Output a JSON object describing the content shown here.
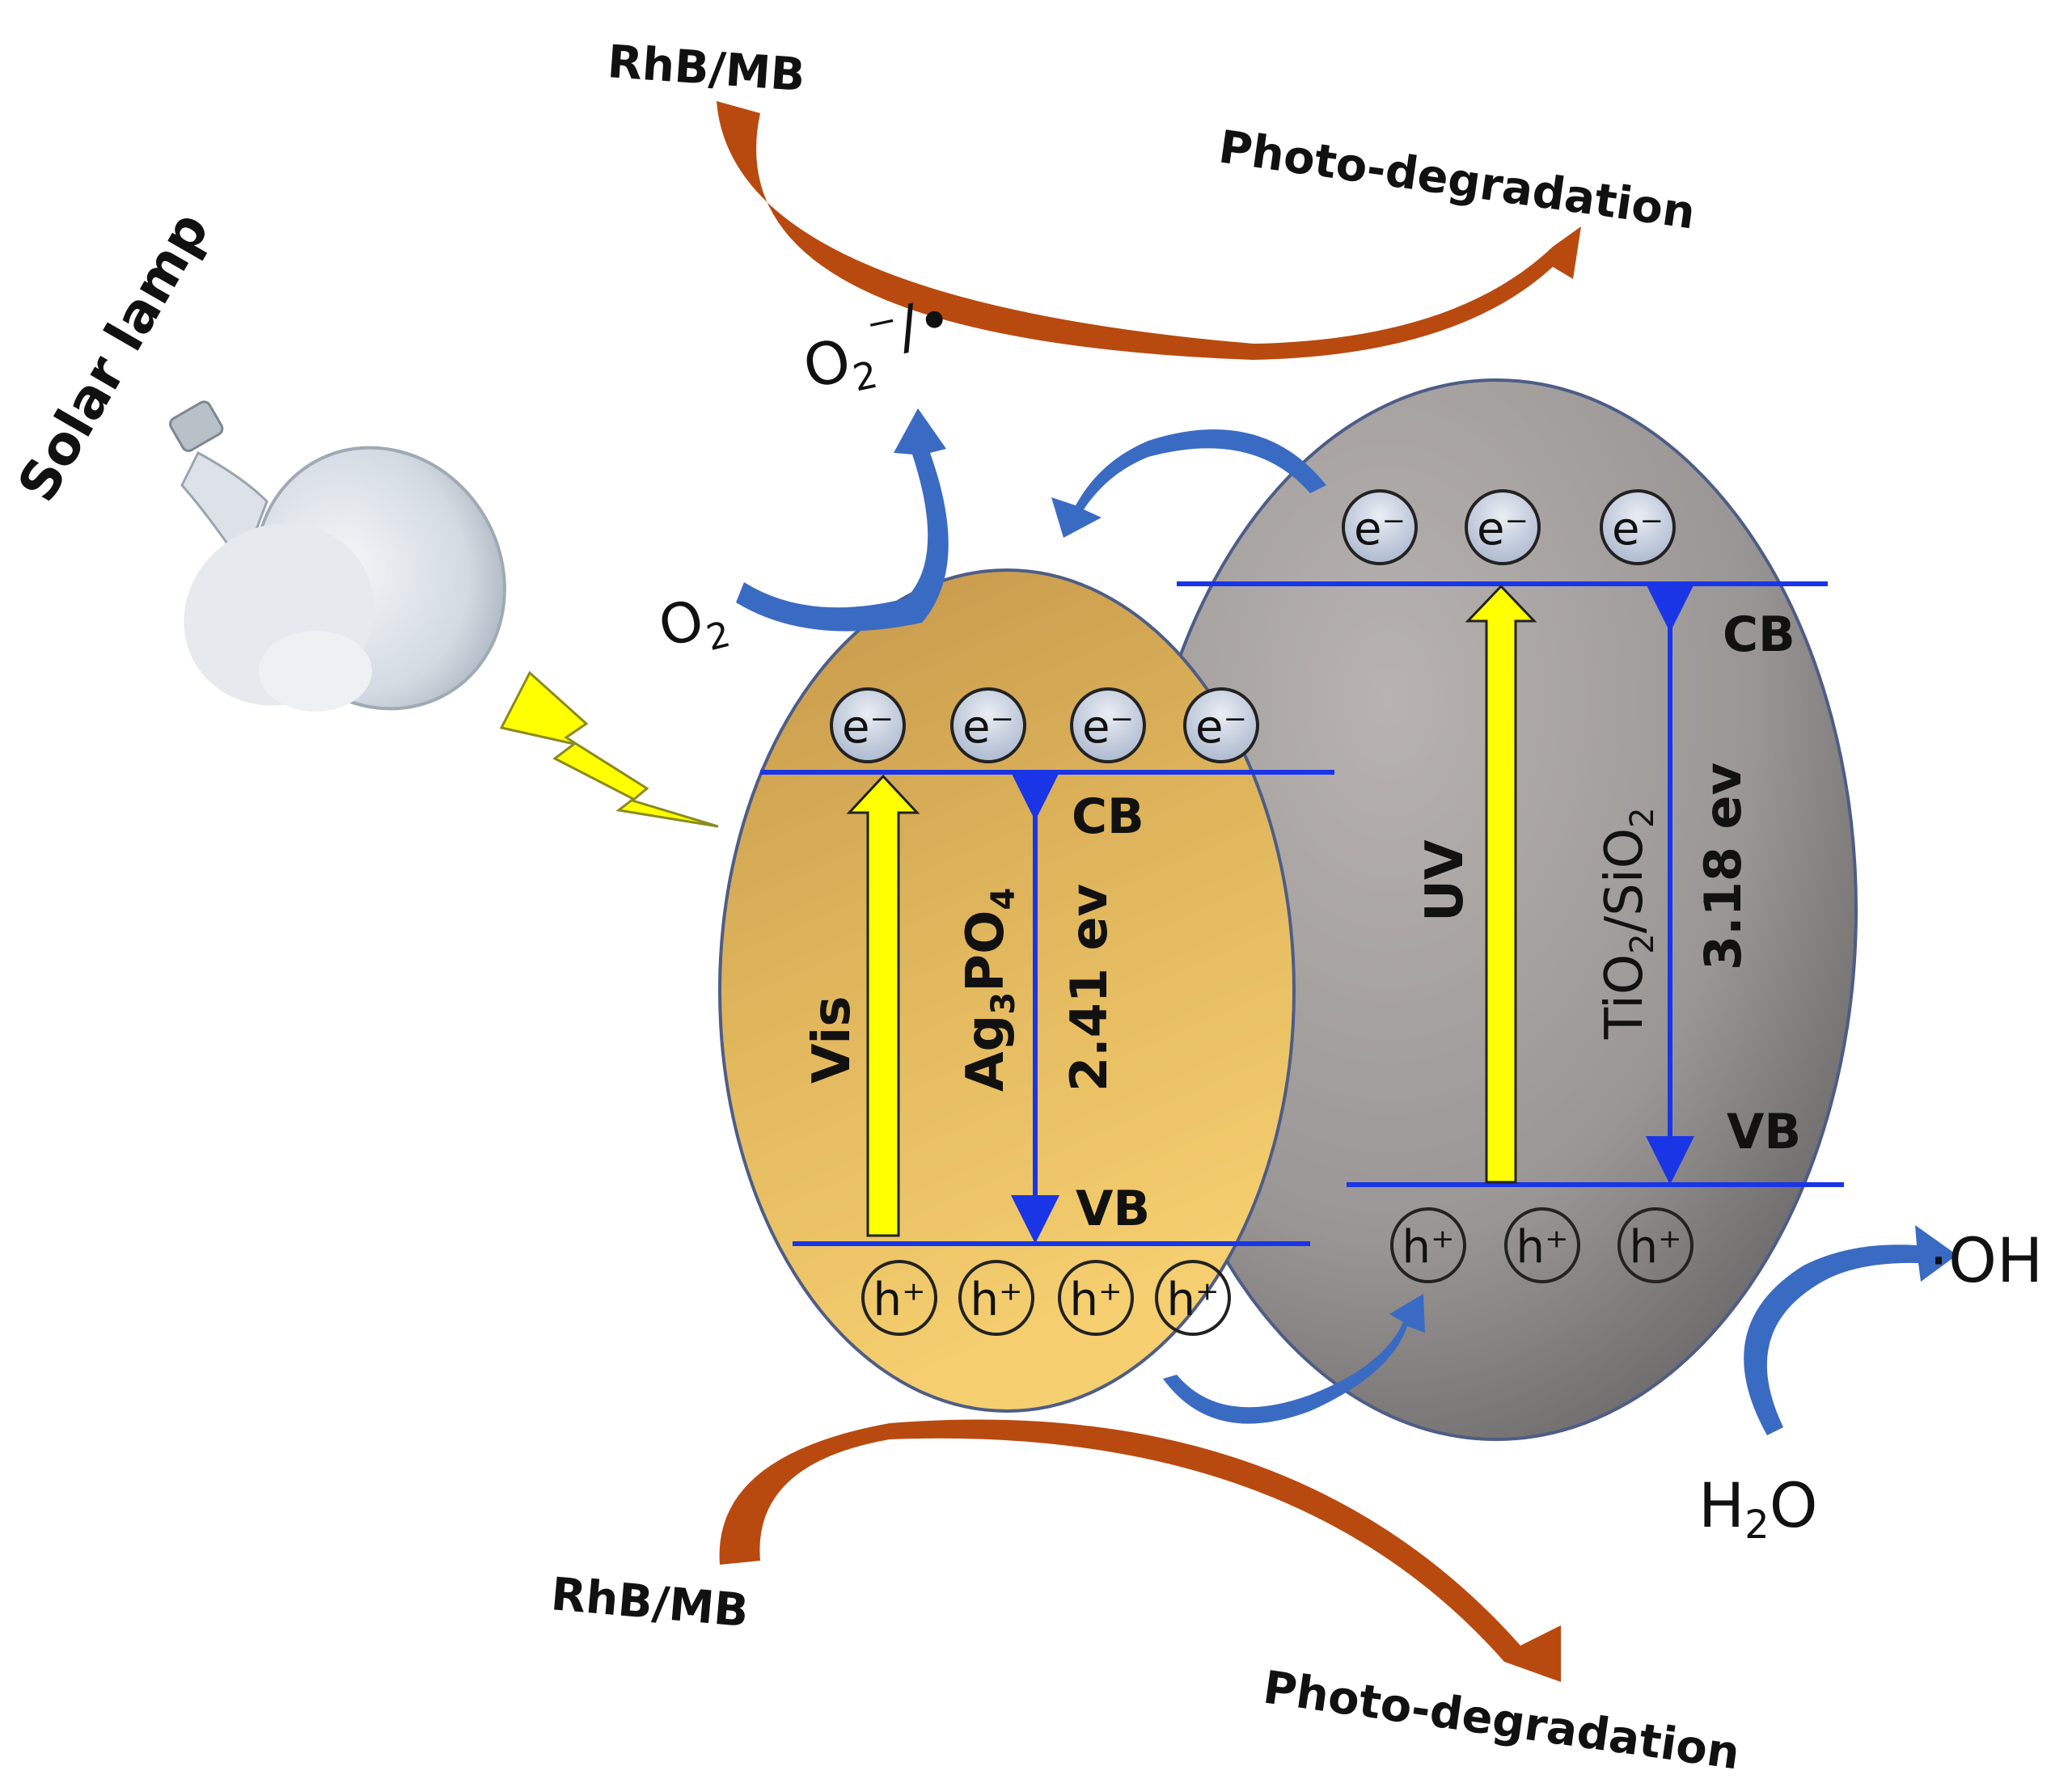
{
  "labels": {
    "solar_lamp": "Solar lamp",
    "rhb_mb_top": "RhB/MB",
    "photodeg_top": "Photo-degradation",
    "rhb_mb_bottom": "RhB/MB",
    "photodeg_bottom": "Photo-degradation",
    "o2_radical_o": "O",
    "o2_radical_sub": "2",
    "o2_radical_mark": "⁻/•",
    "o2_o": "O",
    "o2_sub": "2",
    "oh": "·OH",
    "h2o_h": "H",
    "h2o_sub": "2",
    "h2o_o": "O"
  },
  "left_particle": {
    "vis": "Vis",
    "material_main": "Ag",
    "material_sub1": "3",
    "material_mid": "PO",
    "material_sub2": "4",
    "bandgap": "2.41 ev",
    "cb": "CB",
    "vb": "VB",
    "electron": "e⁻",
    "hole": "h⁺",
    "fill_top": "#c9a04a",
    "fill_bottom": "#f4cd6e"
  },
  "right_particle": {
    "uv": "UV",
    "material_ti": "TiO",
    "material_sub1": "2",
    "material_si": "/SiO",
    "material_sub2": "2",
    "bandgap": "3.18 ev",
    "cb": "CB",
    "vb": "VB",
    "electron": "e⁻",
    "hole": "h⁺",
    "fill_light": "#b5b1ae",
    "fill_dark": "#6c6a6a"
  },
  "colors": {
    "band_line": "#1a35e6",
    "excitation_arrow": "#ffff00",
    "transfer_arrow": "#3a6bc2",
    "degradation_arrow": "#b84a10",
    "lightning": "#ffff00"
  }
}
